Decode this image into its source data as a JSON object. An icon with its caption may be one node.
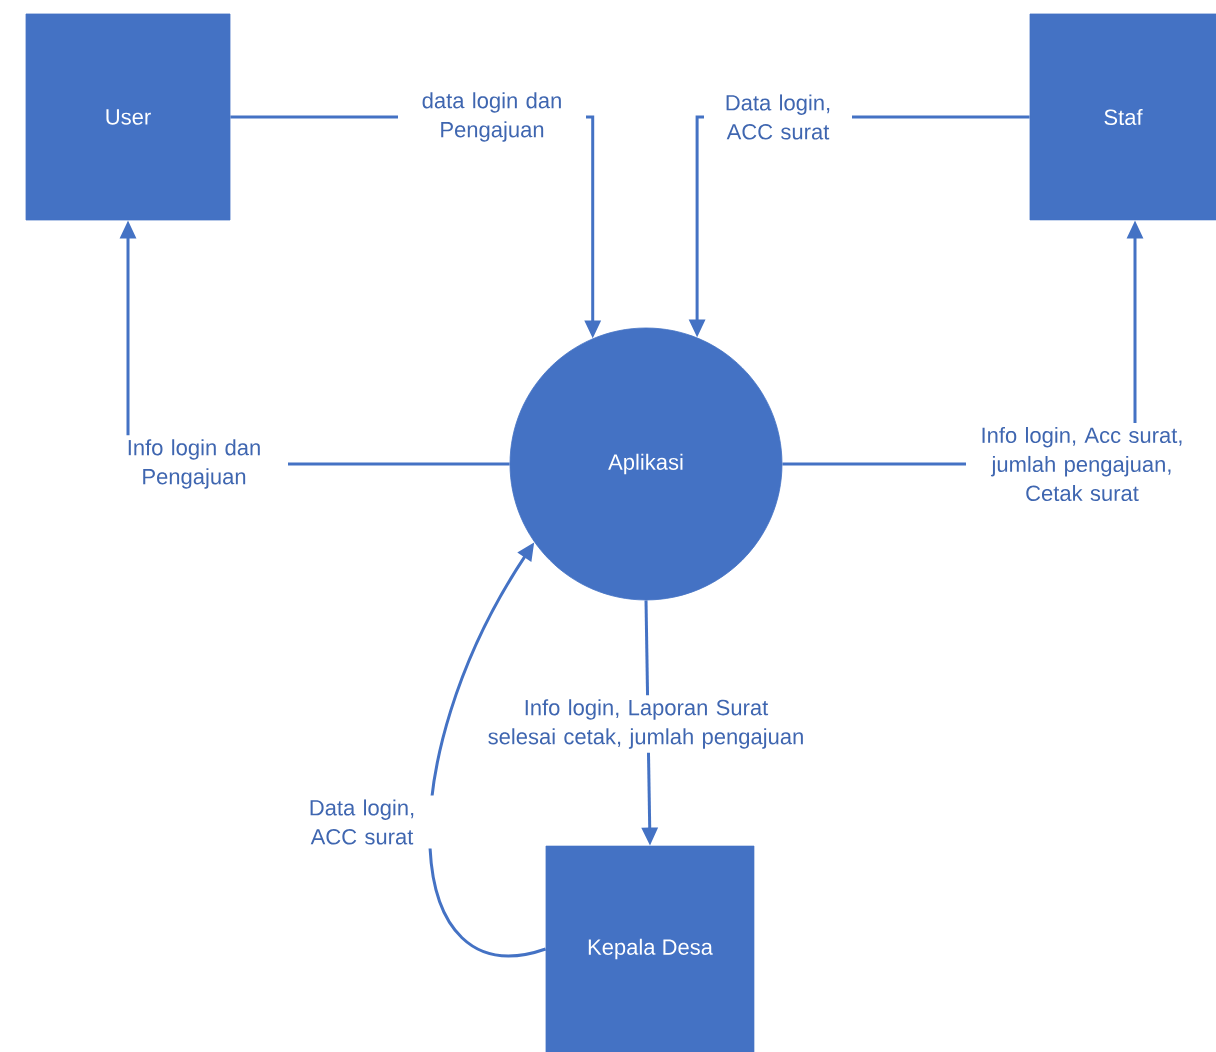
{
  "diagram": {
    "nodes": [
      {
        "text": [
          "User"
        ]
      },
      {
        "text": [
          "Staf"
        ]
      },
      {
        "text": [
          "Aplikasi"
        ]
      },
      {
        "text": [
          "Kepala Desa"
        ]
      }
    ],
    "edges": [
      {
        "from": 0,
        "to": 2,
        "arrow": "to",
        "label": "data login dan Pengajuan"
      },
      {
        "from": 1,
        "to": 2,
        "arrow": "to",
        "label": "Data login, ACC surat"
      },
      {
        "from": 2,
        "to": 0,
        "arrow": "to",
        "label": "Info login dan Pengajuan"
      },
      {
        "from": 2,
        "to": 1,
        "arrow": "to",
        "label": "Info login, Acc surat, jumlah pengajuan, Cetak surat"
      },
      {
        "from": 2,
        "to": 3,
        "arrow": "to",
        "label": "Info login, Laporan Surat selesai cetak, jumlah pengajuan"
      },
      {
        "from": 3,
        "to": 2,
        "arrow": "to",
        "label": "Data login, ACC surat"
      }
    ]
  }
}
